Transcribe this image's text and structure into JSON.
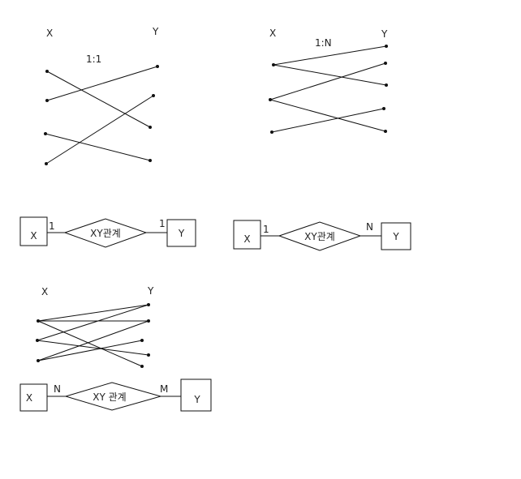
{
  "diagram_1to1": {
    "x_label": "X",
    "y_label": "Y",
    "ratio_label": "1:1"
  },
  "diagram_1toN": {
    "x_label": "X",
    "y_label": "Y",
    "ratio_label": "1:N"
  },
  "er_1to1": {
    "entity_x": "X",
    "entity_y": "Y",
    "relationship": "XY관계",
    "card_left": "1",
    "card_right": "1"
  },
  "er_1toN": {
    "entity_x": "X",
    "entity_y": "Y",
    "relationship": "XY관계",
    "card_left": "1",
    "card_right": "N"
  },
  "diagram_NtoM": {
    "x_label": "X",
    "y_label": "Y"
  },
  "er_NtoM": {
    "entity_x": "X",
    "entity_y": "Y",
    "relationship": "XY 관계",
    "card_left": "N",
    "card_right": "M"
  },
  "colors": {
    "line": "#111111",
    "text": "#222222",
    "background": "#ffffff"
  }
}
